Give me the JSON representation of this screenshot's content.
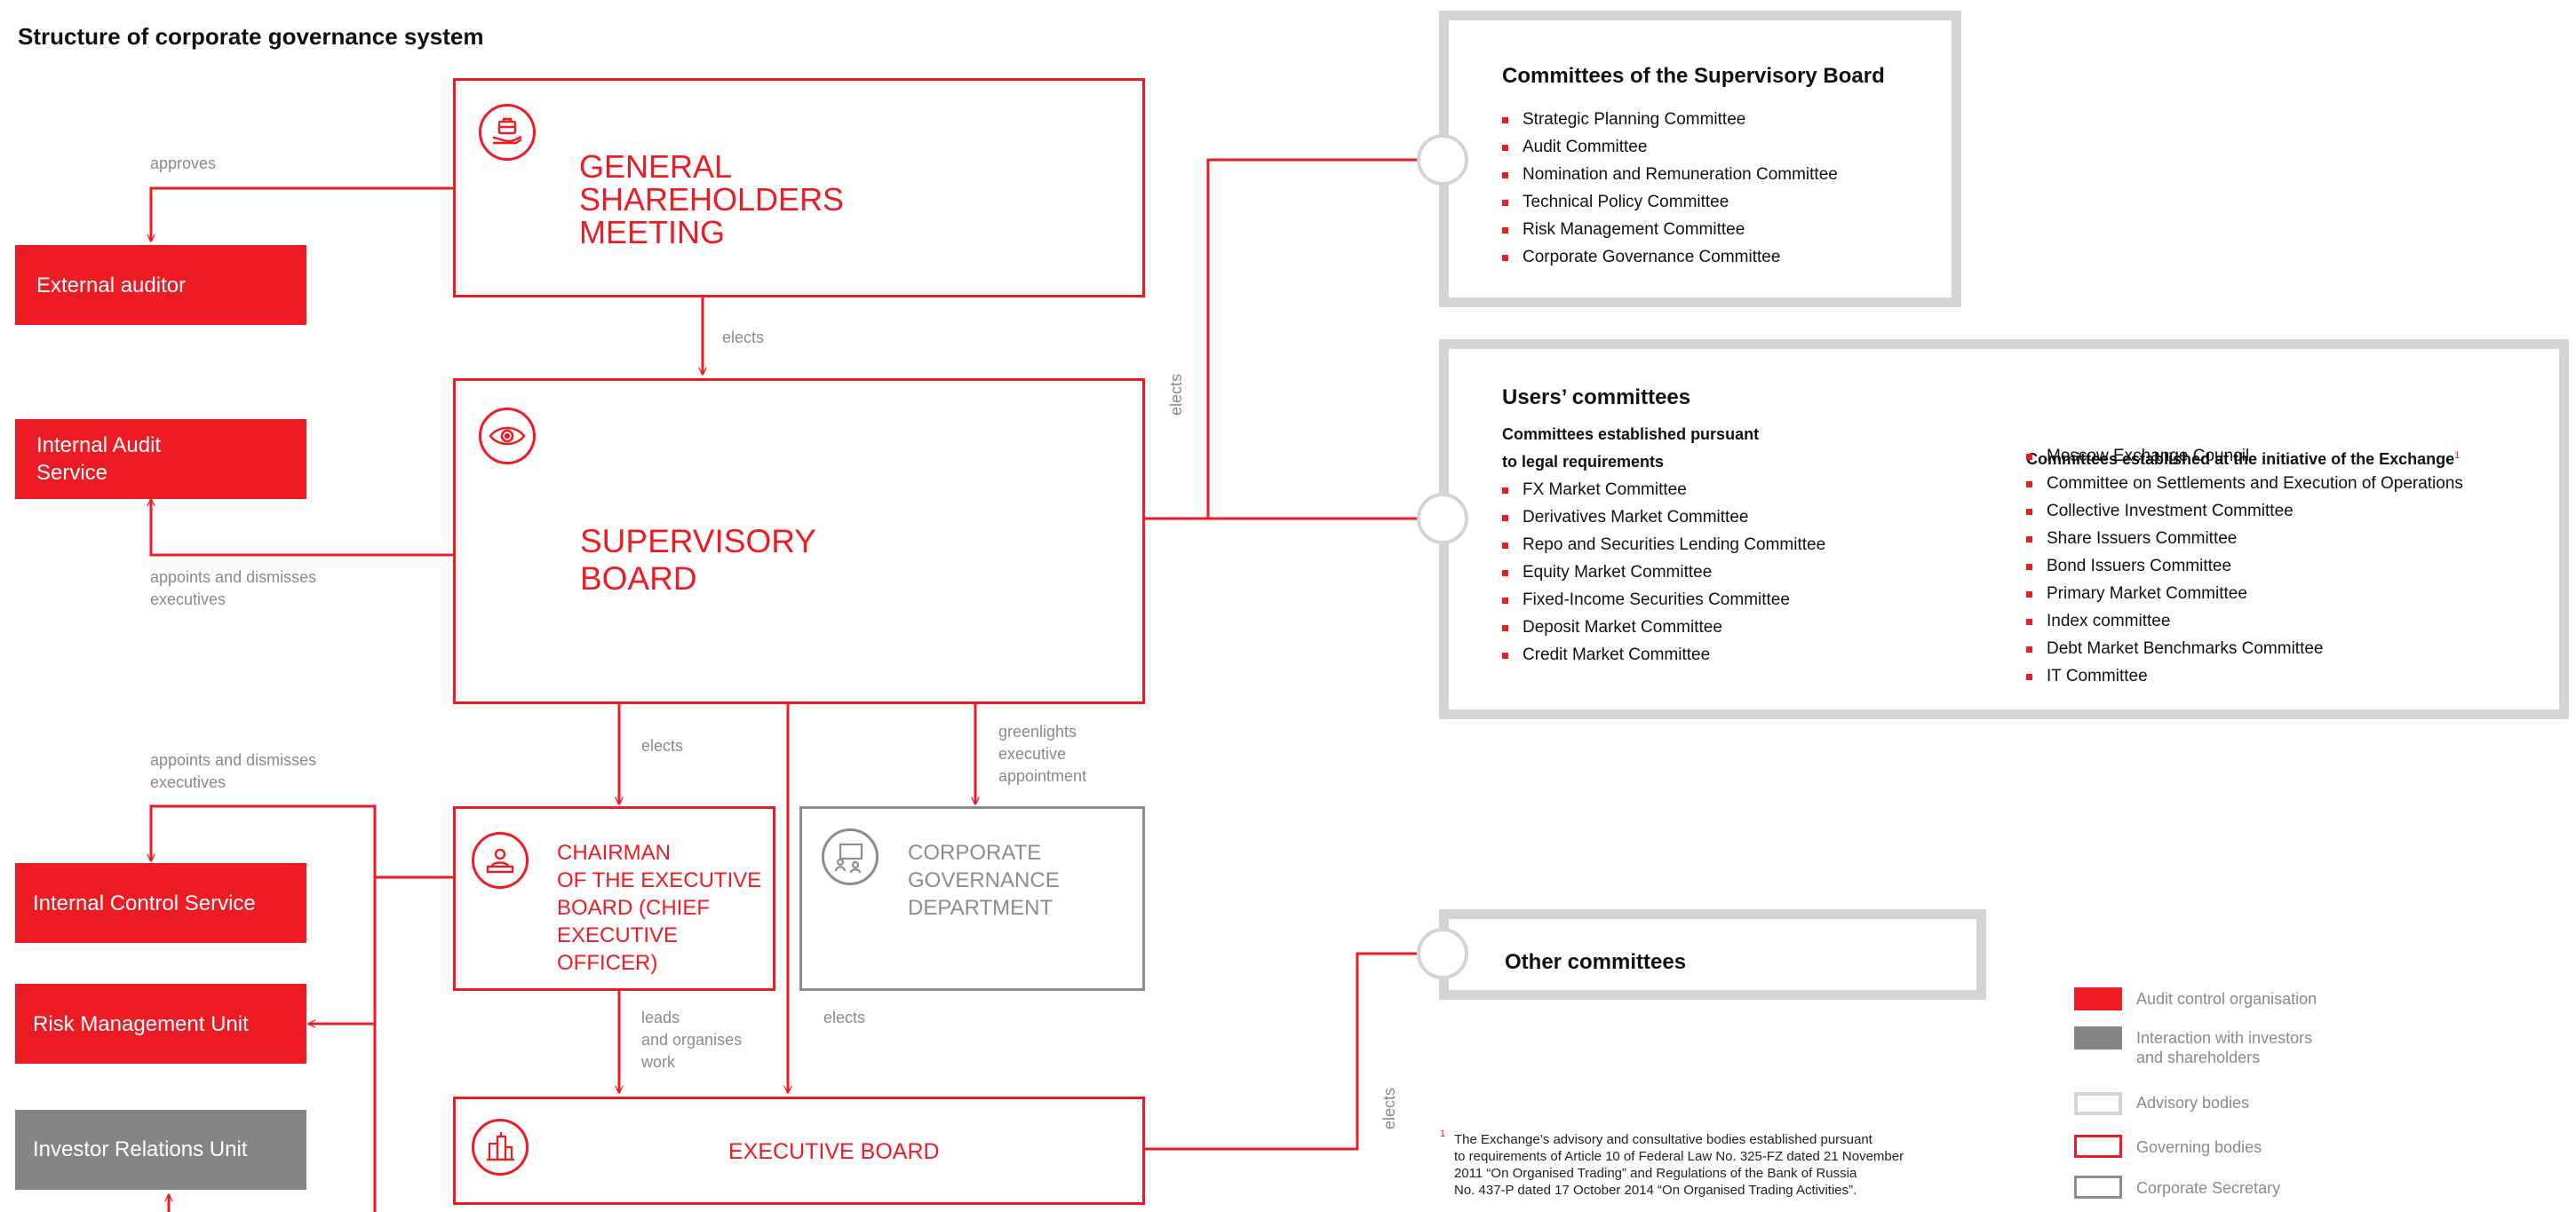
{
  "title": "Structure of corporate governance system",
  "colors": {
    "accent": "#ed1c24",
    "grey_fill": "#858586",
    "advisory_border": "#d4d4d5",
    "muted_text": "#8a8a8a"
  },
  "nodes": {
    "general_meeting": {
      "label": "GENERAL\nSHAREHOLDERS\nMEETING",
      "icon": "briefcase-hand-icon"
    },
    "supervisory_board": {
      "label": "SUPERVISORY\nBOARD",
      "icon": "eye-icon"
    },
    "ceo": {
      "label": "CHAIRMAN\nOF THE EXECUTIVE\nBOARD (CHIEF\nEXECUTIVE\nOFFICER)",
      "icon": "presenter-icon"
    },
    "corp_gov_department": {
      "label": "CORPORATE\nGOVERNANCE\nDEPARTMENT",
      "icon": "presentation-board-icon"
    },
    "executive_board": {
      "label": "EXECUTIVE BOARD",
      "icon": "city-buildings-icon"
    },
    "external_auditor": "External auditor",
    "internal_audit": "Internal Audit\nService",
    "internal_control": "Internal Control Service",
    "risk_management": "Risk Management Unit",
    "investor_relations": "Investor Relations Unit"
  },
  "edge_labels": {
    "approves": "approves",
    "elects_gsm": "elects",
    "appoints_ia": "appoints and dismisses\nexecutives",
    "appoints_ic": "appoints and dismisses\nexecutives",
    "elects_ceo": "elects",
    "greenlights": "greenlights\nexecutive\nappointment",
    "leads": "leads\nand organises\nwork",
    "elects_eb": "elects",
    "elects_sb_committees": "elects",
    "elects_other": "elects"
  },
  "committees_sb": {
    "title": "Committees of the Supervisory Board",
    "items": [
      "Strategic Planning Committee",
      "Audit Committee",
      "Nomination and Remuneration Committee",
      "Technical Policy Committee",
      "Risk Management Committee",
      "Corporate Governance Committee"
    ]
  },
  "users_committees": {
    "title": "Users’ committees",
    "legal": {
      "title": "Committees established pursuant\nto legal requirements",
      "items": [
        "FX Market Committee",
        "Derivatives Market Committee",
        "Repo and Securities Lending Committee",
        "Equity Market Committee",
        "Fixed-Income Securities Committee",
        "Deposit Market Committee",
        "Credit Market Committee"
      ]
    },
    "initiative": {
      "title": "Committees established at the initiative of the Exchange",
      "mark": "1",
      "items": [
        "Moscow Exchange Council",
        "Committee on Settlements and Execution of Operations",
        "Collective Investment Committee",
        "Share Issuers Committee",
        "Bond Issuers Committee",
        "Primary Market Committee",
        "Index committee",
        "Debt Market Benchmarks Committee",
        "IT Committee"
      ]
    }
  },
  "other_committees": {
    "title": "Other committees"
  },
  "footnote": {
    "mark": "1",
    "text": "The Exchange’s advisory and consultative bodies established pursuant\nto requirements of Article 10 of Federal Law No. 325-FZ dated 21 November\n2011 “On Organised Trading” and Regulations of the Bank of Russia\nNo. 437-P dated 17 October 2014 “On Organised Trading Activities”."
  },
  "legend": [
    {
      "label": "Audit control organisation",
      "style": "red-fill"
    },
    {
      "label": "Interaction with investors\nand shareholders",
      "style": "grey-fill"
    },
    {
      "label": "Advisory bodies",
      "style": "light-grey-outline"
    },
    {
      "label": "Governing bodies",
      "style": "red-outline"
    },
    {
      "label": "Corporate Secretary",
      "style": "grey-outline"
    }
  ]
}
